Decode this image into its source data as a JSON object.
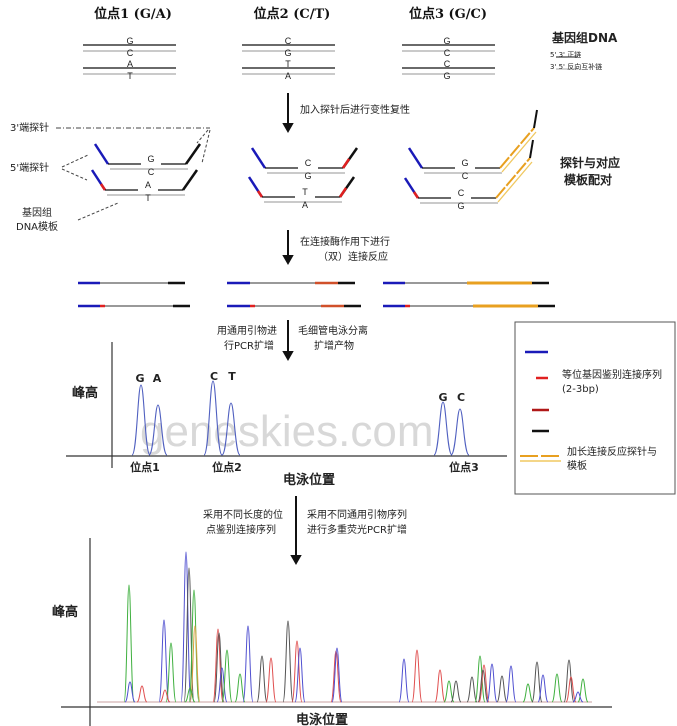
{
  "sites": [
    {
      "title": "位点1 (G/A)",
      "bases": [
        "G",
        "C",
        "A",
        "T"
      ],
      "probe_bases": [
        "G",
        "C",
        "A",
        "T"
      ],
      "axis_label": "位点1",
      "peaks": [
        "G",
        "A"
      ]
    },
    {
      "title": "位点2 (C/T)",
      "bases": [
        "C",
        "G",
        "T",
        "A"
      ],
      "probe_bases": [
        "C",
        "G",
        "T",
        "A"
      ],
      "axis_label": "位点2",
      "peaks": [
        "C",
        "T"
      ]
    },
    {
      "title": "位点3 (G/C)",
      "bases": [
        "G",
        "C",
        "C",
        "G"
      ],
      "probe_bases": [
        "G",
        "C",
        "C",
        "G"
      ],
      "axis_label": "位点3",
      "peaks": [
        "G",
        "C"
      ]
    }
  ],
  "dna_legend": {
    "title": "基因组DNA",
    "forward": "5'        3' 正链",
    "reverse": "3'        5' 反向互补链"
  },
  "labels": {
    "probe3": "3'端探针",
    "probe5": "5'端探针",
    "template_1": "基因组",
    "template_2": "DNA模板",
    "pairing_1": "探针与对应",
    "pairing_2": "模板配对"
  },
  "steps": {
    "step1": "加入探针后进行变性复性",
    "step2_1": "在连接酶作用下进行",
    "step2_2": "（双）连接反应",
    "step3_left_1": "用通用引物进",
    "step3_left_2": "行PCR扩增",
    "step3_right_1": "毛细管电泳分离",
    "step3_right_2": "扩增产物",
    "step4_left_1": "采用不同长度的位",
    "step4_left_2": "点鉴别连接序列",
    "step4_right_1": "采用不同通用引物序列",
    "step4_right_2": "进行多重荧光PCR扩增"
  },
  "chart1": {
    "ylabel": "峰高",
    "xlabel": "电泳位置"
  },
  "chart2": {
    "ylabel": "峰高",
    "xlabel": "电泳位置"
  },
  "legend": {
    "red_short": "等位基因鉴别连接序列(2-3bp)",
    "orange": "加长连接反应探针与模板"
  },
  "watermark": "geneskies.com",
  "colors": {
    "blue": "#1a1ab8",
    "red": "#e02020",
    "darkred": "#b01818",
    "black": "#111111",
    "orange": "#e8a020",
    "gray": "#999999"
  }
}
